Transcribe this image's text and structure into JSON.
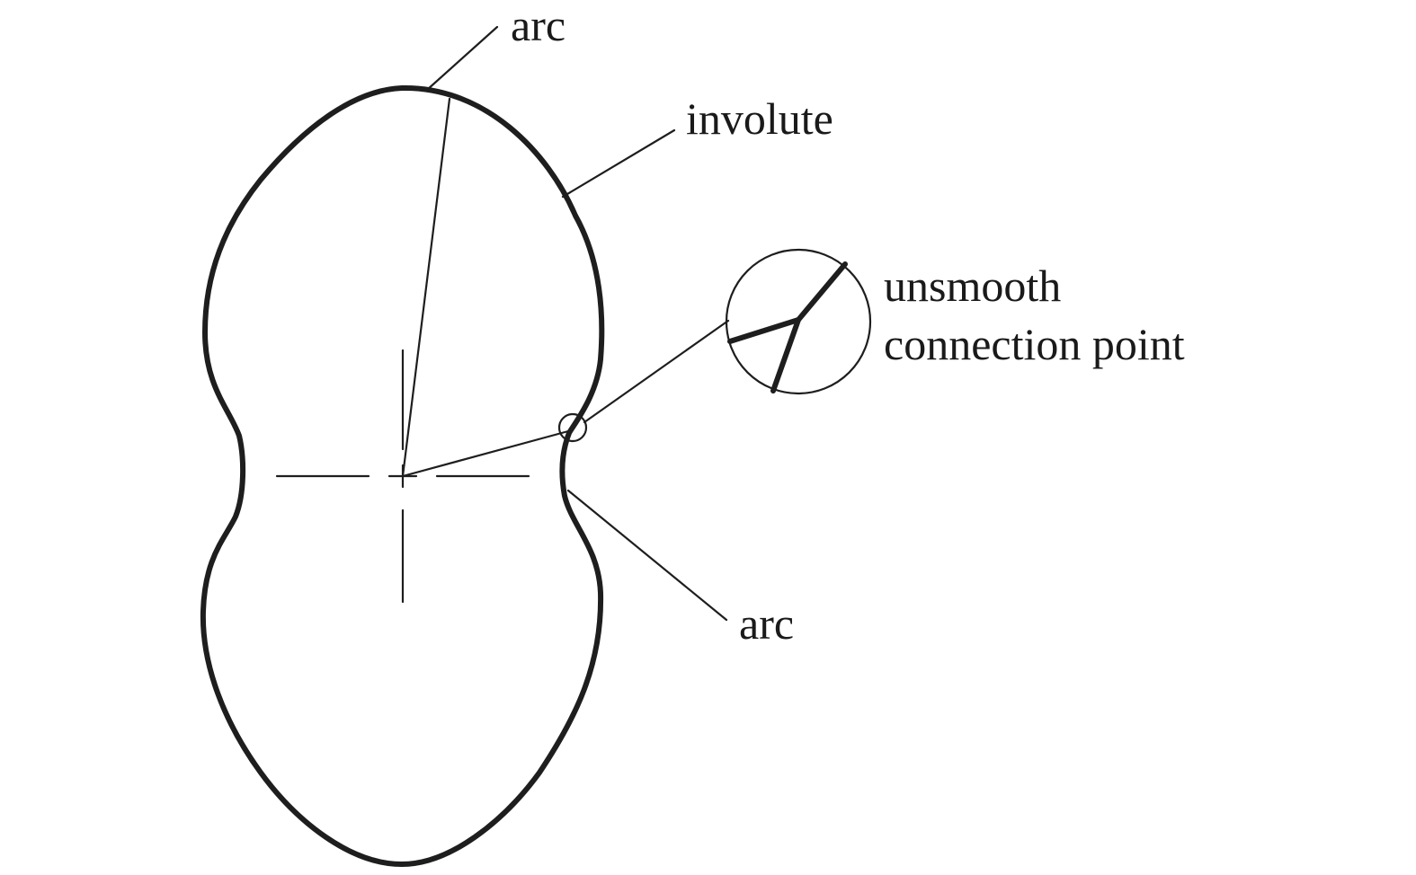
{
  "labels": {
    "arc_top": "arc",
    "involute": "involute",
    "unsmooth_line1": "unsmooth",
    "unsmooth_line2": "connection point",
    "arc_bottom": "arc"
  },
  "colors": {
    "stroke": "#1e1e1e",
    "text": "#1a1a1a",
    "background": "#ffffff"
  }
}
